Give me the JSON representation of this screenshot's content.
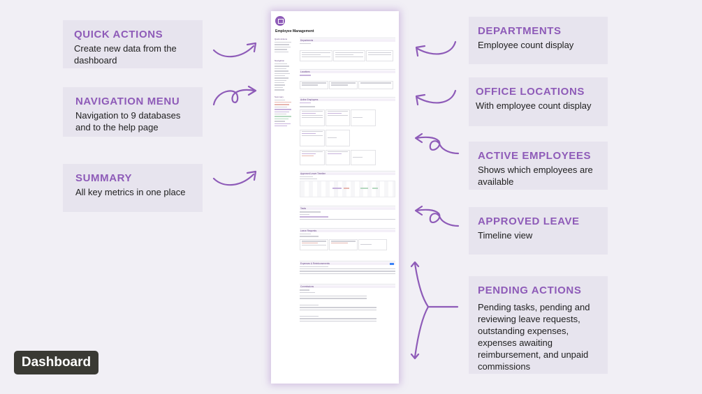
{
  "annotations": {
    "quick_actions": {
      "title": "QUICK ACTIONS",
      "desc": "Create new data from the dashboard"
    },
    "navigation_menu": {
      "title": "NAVIGATION MENU",
      "desc": "Navigation to 9 databases and to the help page"
    },
    "summary": {
      "title": "SUMMARY",
      "desc": "All key metrics in one place"
    },
    "departments": {
      "title": "DEPARTMENTS",
      "desc": "Employee count display"
    },
    "office_locations": {
      "title": "OFFICE LOCATIONS",
      "desc": "With employee count display"
    },
    "active_employees": {
      "title": "ACTIVE EMPLOYEES",
      "desc": "Shows which employees are available"
    },
    "approved_leave": {
      "title": "APPROVED LEAVE",
      "desc": "Timeline view"
    },
    "pending_actions": {
      "title": "PENDING ACTIONS",
      "desc": "Pending tasks, pending and reviewing leave requests, outstanding expenses, expenses awaiting reimbursement, and unpaid commissions"
    }
  },
  "badge": {
    "label": "Dashboard"
  },
  "mockup": {
    "page_title": "Employee Management",
    "left_sections": [
      "Quick Actions",
      "Navigation",
      "Summary"
    ],
    "right_sections": [
      "Departments",
      "Locations",
      "Active Employees",
      "Approved Leave Timeline",
      "Tasks",
      "Leave Requests",
      "Expenses & Reimbursements",
      "Commissions"
    ]
  },
  "colors": {
    "accent": "#8e5bb8",
    "card": "#e7e4ee",
    "background": "#f1eff5",
    "badge": "#3a3a34"
  }
}
